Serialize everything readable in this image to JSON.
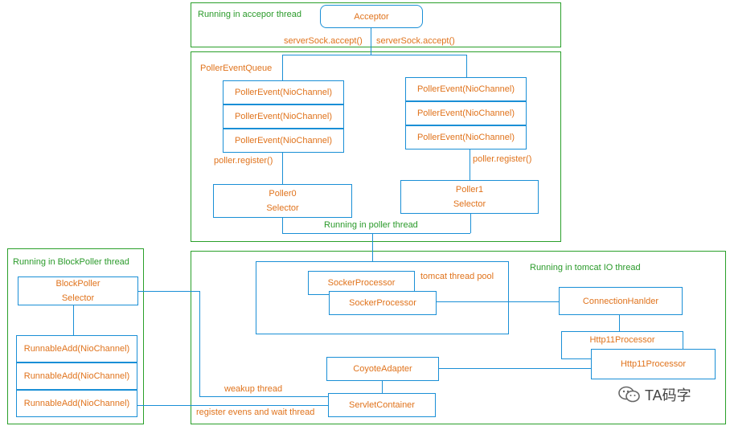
{
  "regions": {
    "acceptor": "Running in accepor thread",
    "blockpoller": "Running in BlockPoller thread",
    "tomcat_io": "Running in tomcat IO thread",
    "poller": "Running in poller thread"
  },
  "acceptor": "Acceptor",
  "accept_left": "serverSock.accept()",
  "accept_right": "serverSock.accept()",
  "queue_label": "PollerEventQueue",
  "poller_event": "PollerEvent(NioChannel)",
  "register_call": "poller.register()",
  "poller0": {
    "name": "Poller0",
    "sub": "Selector"
  },
  "poller1": {
    "name": "Poller1",
    "sub": "Selector"
  },
  "blockpoller": {
    "name": "BlockPoller",
    "sub": "Selector"
  },
  "runnable": "RunnableAdd(NioChannel)",
  "socker_processor": "SockerProcessor",
  "thread_pool": "tomcat thread pool",
  "connection_handler": "ConnectionHanlder",
  "http11": "Http11Processor",
  "coyote": "CoyoteAdapter",
  "servlet": "ServletContainer",
  "weakup": "weakup thread",
  "register_wait": "register evens and wait thread",
  "watermark": "TA码字"
}
